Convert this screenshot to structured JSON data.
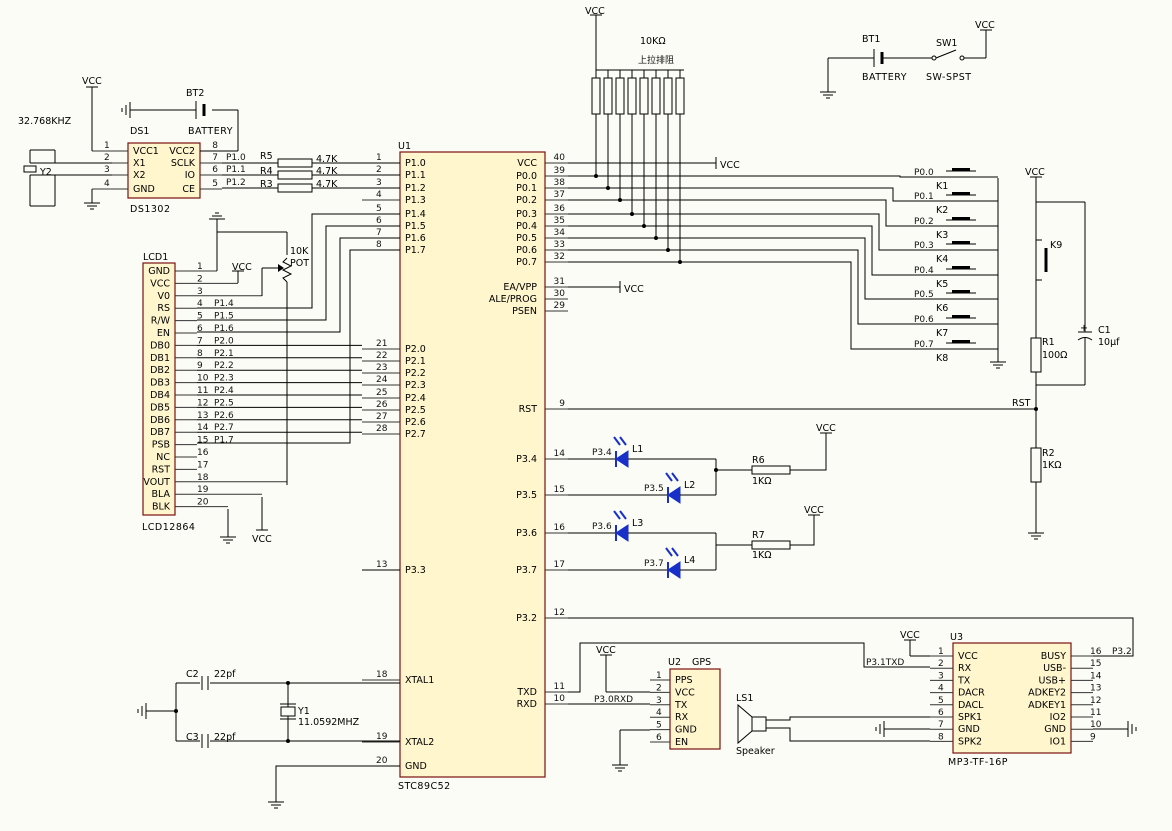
{
  "u1": {
    "ref": "U1",
    "part": "STC89C52",
    "left_pins": [
      {
        "num": "1",
        "name": "P1.0"
      },
      {
        "num": "2",
        "name": "P1.1"
      },
      {
        "num": "3",
        "name": "P1.2"
      },
      {
        "num": "4",
        "name": "P1.3"
      },
      {
        "num": "5",
        "name": "P1.4"
      },
      {
        "num": "6",
        "name": "P1.5"
      },
      {
        "num": "7",
        "name": "P1.6"
      },
      {
        "num": "8",
        "name": "P1.7"
      },
      {
        "num": "21",
        "name": "P2.0"
      },
      {
        "num": "22",
        "name": "P2.1"
      },
      {
        "num": "23",
        "name": "P2.2"
      },
      {
        "num": "24",
        "name": "P2.3"
      },
      {
        "num": "25",
        "name": "P2.4"
      },
      {
        "num": "26",
        "name": "P2.5"
      },
      {
        "num": "27",
        "name": "P2.6"
      },
      {
        "num": "28",
        "name": "P2.7"
      },
      {
        "num": "13",
        "name": "P3.3"
      },
      {
        "num": "18",
        "name": "XTAL1"
      },
      {
        "num": "19",
        "name": "XTAL2"
      },
      {
        "num": "20",
        "name": "GND"
      }
    ],
    "right_pins": [
      {
        "num": "40",
        "name": "VCC"
      },
      {
        "num": "39",
        "name": "P0.0"
      },
      {
        "num": "38",
        "name": "P0.1"
      },
      {
        "num": "37",
        "name": "P0.2"
      },
      {
        "num": "36",
        "name": "P0.3"
      },
      {
        "num": "35",
        "name": "P0.4"
      },
      {
        "num": "34",
        "name": "P0.5"
      },
      {
        "num": "33",
        "name": "P0.6"
      },
      {
        "num": "32",
        "name": "P0.7"
      },
      {
        "num": "31",
        "name": "EA/VPP"
      },
      {
        "num": "30",
        "name": "ALE/PROG"
      },
      {
        "num": "29",
        "name": "PSEN"
      },
      {
        "num": "9",
        "name": "RST"
      },
      {
        "num": "14",
        "name": "P3.4"
      },
      {
        "num": "15",
        "name": "P3.5"
      },
      {
        "num": "16",
        "name": "P3.6"
      },
      {
        "num": "17",
        "name": "P3.7"
      },
      {
        "num": "12",
        "name": "P3.2"
      },
      {
        "num": "11",
        "name": "TXD"
      },
      {
        "num": "10",
        "name": "RXD"
      }
    ]
  },
  "ds1": {
    "ref": "DS1",
    "part": "DS1302",
    "left": [
      {
        "num": "1",
        "name": "VCC1"
      },
      {
        "num": "2",
        "name": "X1"
      },
      {
        "num": "3",
        "name": "X2"
      },
      {
        "num": "4",
        "name": "GND"
      }
    ],
    "right": [
      {
        "num": "8",
        "name": "VCC2"
      },
      {
        "num": "7",
        "name": "SCLK"
      },
      {
        "num": "6",
        "name": "IO"
      },
      {
        "num": "5",
        "name": "CE"
      }
    ],
    "net_labels": [
      "P1.0",
      "P1.1",
      "P1.2"
    ]
  },
  "lcd1": {
    "ref": "LCD1",
    "part": "LCD12864",
    "pins": [
      {
        "num": "1",
        "name": "GND",
        "net": ""
      },
      {
        "num": "2",
        "name": "VCC",
        "net": ""
      },
      {
        "num": "3",
        "name": "V0",
        "net": ""
      },
      {
        "num": "4",
        "name": "RS",
        "net": "P1.4"
      },
      {
        "num": "5",
        "name": "R/W",
        "net": "P1.5"
      },
      {
        "num": "6",
        "name": "EN",
        "net": "P1.6"
      },
      {
        "num": "7",
        "name": "DB0",
        "net": "P2.0"
      },
      {
        "num": "8",
        "name": "DB1",
        "net": "P2.1"
      },
      {
        "num": "9",
        "name": "DB2",
        "net": "P2.2"
      },
      {
        "num": "10",
        "name": "DB3",
        "net": "P2.3"
      },
      {
        "num": "11",
        "name": "DB4",
        "net": "P2.4"
      },
      {
        "num": "12",
        "name": "DB5",
        "net": "P2.5"
      },
      {
        "num": "13",
        "name": "DB6",
        "net": "P2.6"
      },
      {
        "num": "14",
        "name": "DB7",
        "net": "P2.7"
      },
      {
        "num": "15",
        "name": "PSB",
        "net": "P1.7"
      },
      {
        "num": "16",
        "name": "NC",
        "net": ""
      },
      {
        "num": "17",
        "name": "RST",
        "net": ""
      },
      {
        "num": "18",
        "name": "VOUT",
        "net": ""
      },
      {
        "num": "19",
        "name": "BLA",
        "net": ""
      },
      {
        "num": "20",
        "name": "BLK",
        "net": ""
      }
    ]
  },
  "gps": {
    "ref": "U2",
    "part": "GPS",
    "pins": [
      {
        "num": "1",
        "name": "PPS"
      },
      {
        "num": "2",
        "name": "VCC"
      },
      {
        "num": "3",
        "name": "TX"
      },
      {
        "num": "4",
        "name": "RX"
      },
      {
        "num": "5",
        "name": "GND"
      },
      {
        "num": "6",
        "name": "EN"
      }
    ],
    "net": "P3.0RXD"
  },
  "mp3": {
    "ref": "U3",
    "part": "MP3-TF-16P",
    "left": [
      {
        "num": "1",
        "name": "VCC"
      },
      {
        "num": "2",
        "name": "RX"
      },
      {
        "num": "3",
        "name": "TX"
      },
      {
        "num": "4",
        "name": "DACR"
      },
      {
        "num": "5",
        "name": "DACL"
      },
      {
        "num": "6",
        "name": "SPK1"
      },
      {
        "num": "7",
        "name": "GND"
      },
      {
        "num": "8",
        "name": "SPK2"
      }
    ],
    "right": [
      {
        "num": "16",
        "name": "BUSY"
      },
      {
        "num": "15",
        "name": "USB-"
      },
      {
        "num": "14",
        "name": "USB+"
      },
      {
        "num": "13",
        "name": "ADKEY2"
      },
      {
        "num": "12",
        "name": "ADKEY1"
      },
      {
        "num": "11",
        "name": "IO2"
      },
      {
        "num": "10",
        "name": "GND"
      },
      {
        "num": "9",
        "name": "IO1"
      }
    ],
    "net_txd": "P3.1TXD",
    "net_busy": "P3.2"
  },
  "buttons": [
    {
      "ref": "K1",
      "net": "P0.0"
    },
    {
      "ref": "K2",
      "net": "P0.1"
    },
    {
      "ref": "K3",
      "net": "P0.2"
    },
    {
      "ref": "K4",
      "net": "P0.3"
    },
    {
      "ref": "K5",
      "net": "P0.4"
    },
    {
      "ref": "K6",
      "net": "P0.5"
    },
    {
      "ref": "K7",
      "net": "P0.6"
    },
    {
      "ref": "K8",
      "net": "P0.7"
    }
  ],
  "leds": [
    {
      "ref": "L1",
      "net": "P3.4"
    },
    {
      "ref": "L2",
      "net": "P3.5"
    },
    {
      "ref": "L3",
      "net": "P3.6"
    },
    {
      "ref": "L4",
      "net": "P3.7"
    }
  ],
  "labels": {
    "vcc": "VCC",
    "y2_freq": "32.768KHZ",
    "y2_ref": "Y2",
    "bt1": "BT1",
    "bt2": "BT2",
    "battery": "BATTERY",
    "sw1": "SW1",
    "sw_type": "SW-SPST",
    "r5": "R5",
    "r4": "R4",
    "r3": "R3",
    "r_47k": "4.7K",
    "pot_val": "10K",
    "pot_type": "POT",
    "rn_val": "10KΩ",
    "rn_note": "上拉排阻",
    "k9": "K9",
    "r1": "R1",
    "r1_val": "100Ω",
    "c1": "C1",
    "c1_val": "10μf",
    "c1_plus": "+",
    "r2": "R2",
    "r2_val": "1KΩ",
    "rst_net": "RST",
    "r6": "R6",
    "r7": "R7",
    "r_1k": "1KΩ",
    "c2": "C2",
    "c3": "C3",
    "c_22pf": "22pf",
    "y1": "Y1",
    "y1_freq": "11.0592MHZ",
    "ls1": "LS1",
    "speaker": "Speaker"
  }
}
